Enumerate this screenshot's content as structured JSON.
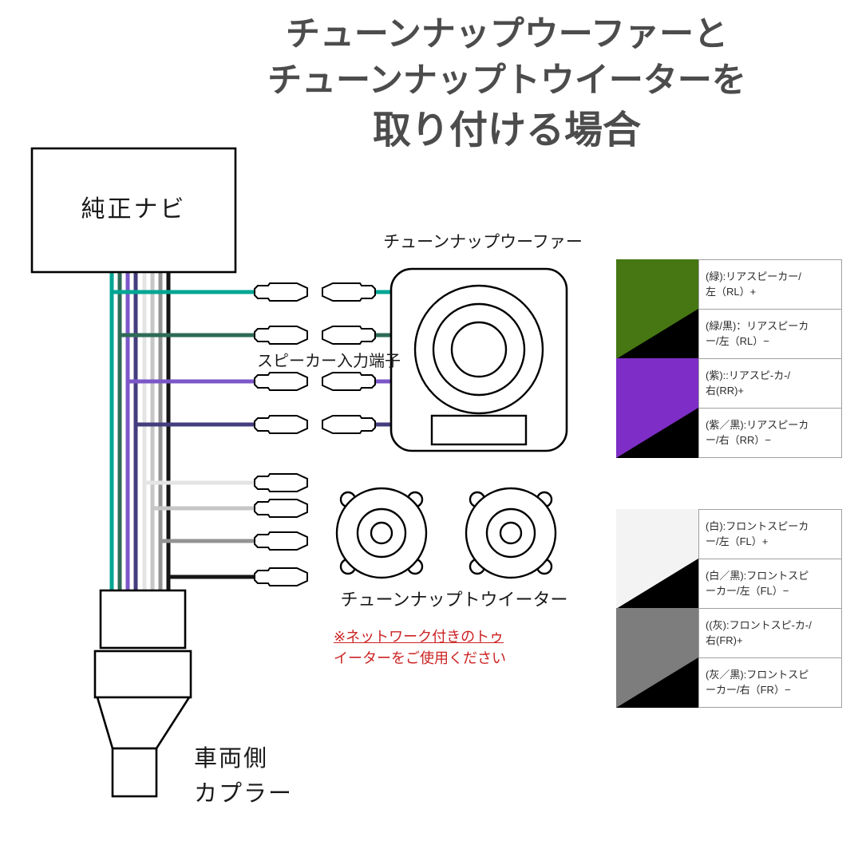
{
  "title": {
    "lines": [
      "チューンナップウーファーと",
      "チューンナップトウイーターを",
      "取り付ける場合"
    ]
  },
  "diagram": {
    "head_unit_label": "純正ナビ",
    "woofer_label": "チューンナップウーファー",
    "speaker_input_label": "スピーカー入力端子",
    "tweeter_label": "チューンナップトウイーター",
    "note_lines": [
      "※ネットワーク付きのトゥ",
      "イーターをご使用ください"
    ],
    "note_color": "#cc2222",
    "coupler_label_lines": [
      "車両側",
      "カプラー"
    ]
  },
  "wires": [
    {
      "name": "rear-left-plus",
      "color": "#00a693"
    },
    {
      "name": "rear-left-minus",
      "color": "#2e6a57"
    },
    {
      "name": "rear-right-plus",
      "color": "#7b57c8"
    },
    {
      "name": "rear-right-minus",
      "color": "#443d7d"
    },
    {
      "name": "front-left-plus",
      "color": "#e4e4e4"
    },
    {
      "name": "front-left-minus",
      "color": "#c6c6c6"
    },
    {
      "name": "front-right-plus",
      "color": "#949494"
    },
    {
      "name": "front-right-minus",
      "color": "#151515"
    }
  ],
  "legend_rear": {
    "rows": [
      {
        "color": "#467712",
        "color2": "#467712",
        "line1": "(緑):リアスピーカー/",
        "line2": "左（RL）+"
      },
      {
        "color": "#467712",
        "color2": "#000000",
        "line1": "(緑/黒)：リアスピーカ",
        "line2": "ー/左（RL）−"
      },
      {
        "color": "#7e2ec6",
        "color2": "#7e2ec6",
        "line1": "(紫)::リアスピ-カ-/",
        "line2": "右(RR)+"
      },
      {
        "color": "#7e2ec6",
        "color2": "#000000",
        "line1": "(紫／黒):リアスピーカ",
        "line2": "ー/右（RR）−"
      }
    ]
  },
  "legend_front": {
    "rows": [
      {
        "color": "#f3f3f3",
        "color2": "#f3f3f3",
        "line1": "(白):フロントスピーカ",
        "line2": "ー/左（FL）+"
      },
      {
        "color": "#f3f3f3",
        "color2": "#000000",
        "line1": "(白／黒):フロントスピ",
        "line2": "ーカー/左（FL）−"
      },
      {
        "color": "#7d7d7d",
        "color2": "#7d7d7d",
        "line1": "((灰):フロントスピ-カ-/",
        "line2": "右(FR)+"
      },
      {
        "color": "#7d7d7d",
        "color2": "#000000",
        "line1": "(灰／黒):フロントスピ",
        "line2": "ーカー/右（FR）−"
      }
    ]
  }
}
